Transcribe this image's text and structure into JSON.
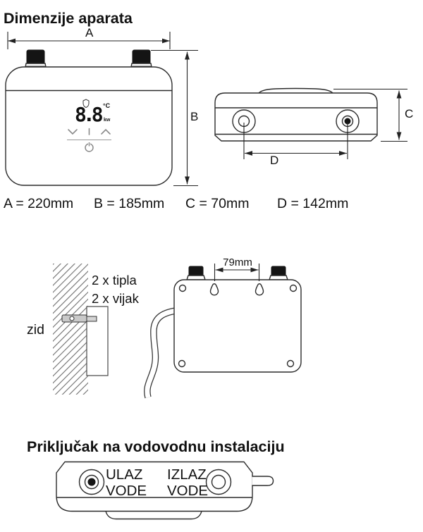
{
  "document": {
    "title_dimensions": "Dimenzije aparata",
    "title_plumbing": "Priključak na vodovodnu instalaciju"
  },
  "front_view": {
    "dim_a": "A",
    "dim_b": "B",
    "display": {
      "value": "8.8",
      "temp_unit": "°C",
      "power_unit": "kw"
    }
  },
  "top_view": {
    "dim_c": "C",
    "dim_d": "D"
  },
  "dimensions_row": [
    "A = 220mm",
    "B = 185mm",
    "C = 70mm",
    "D = 142mm"
  ],
  "mounting": {
    "anchors": "2 x tipla",
    "screws": "2 x vijak",
    "wall": "zid",
    "hole_spacing": "79mm"
  },
  "plumbing": {
    "inlet_line1": "ULAZ",
    "inlet_line2": "VODE",
    "outlet_line1": "IZLAZ",
    "outlet_line2": "VODE"
  }
}
